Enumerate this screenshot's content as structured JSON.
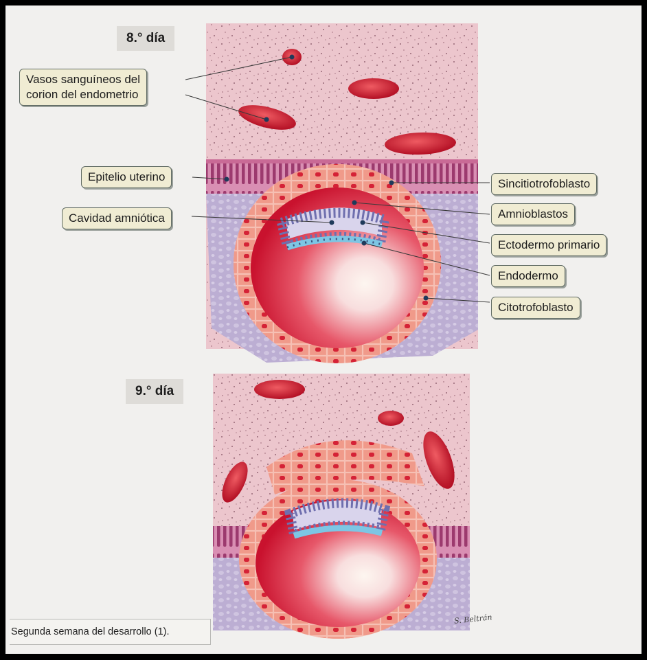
{
  "figure": {
    "caption": "Segunda semana del desarrollo (1).",
    "signature": "S. Beltrán"
  },
  "panel_day8": {
    "day_label": "8.° día",
    "labels": {
      "vasos": [
        "Vasos sanguíneos del",
        "corion del endometrio"
      ],
      "epitelio": "Epitelio uterino",
      "cavidad": "Cavidad amniótica",
      "sincitio": "Sincitiotrofoblasto",
      "amnioblastos": "Amnioblastos",
      "ectodermo": "Ectodermo primario",
      "endodermo": "Endodermo",
      "citotrofoblasto": "Citotrofoblasto"
    }
  },
  "panel_day9": {
    "day_label": "9.° día"
  },
  "colors": {
    "tissue_pink": "#ecc6cd",
    "epithelium": "#b2527e",
    "blood_vessel": "#cc1c30",
    "trophoblast": "#ee8f7f",
    "blastocyst_cavity": "#d8203a",
    "ectoderm": "#8c8cc0",
    "endoderm": "#7dc6e4",
    "stroma_lilac": "#bfb0d4",
    "label_fill": "#f0ecd3"
  }
}
